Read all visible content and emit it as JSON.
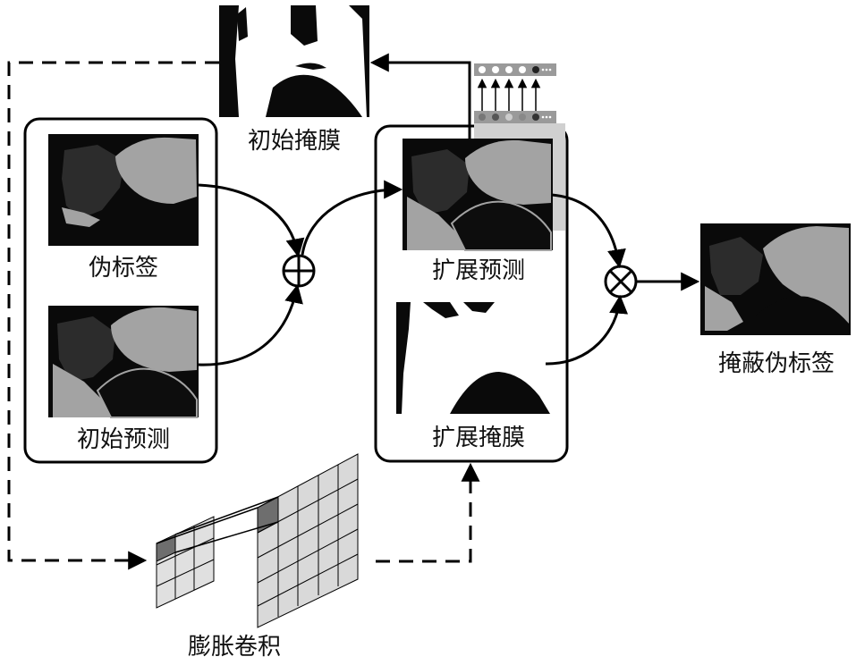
{
  "labels": {
    "pseudo_label": "伪标签",
    "initial_prediction": "初始预测",
    "initial_mask": "初始掩膜",
    "expanded_prediction": "扩展预测",
    "expanded_mask": "扩展掩膜",
    "masked_pseudo_label": "掩蔽伪标签",
    "dilated_convolution": "膨胀卷积"
  },
  "operators": {
    "add_symbol": "⊕",
    "multiply_symbol": "⊗"
  },
  "colors": {
    "background_black": "#0a0a0a",
    "dark_segment": "#2c2c2c",
    "light_segment": "#a3a3a3",
    "mask_white": "#ffffff",
    "line": "#000000",
    "grid_dark": "#6e6e6e",
    "grid_light": "#d9d9d9"
  }
}
